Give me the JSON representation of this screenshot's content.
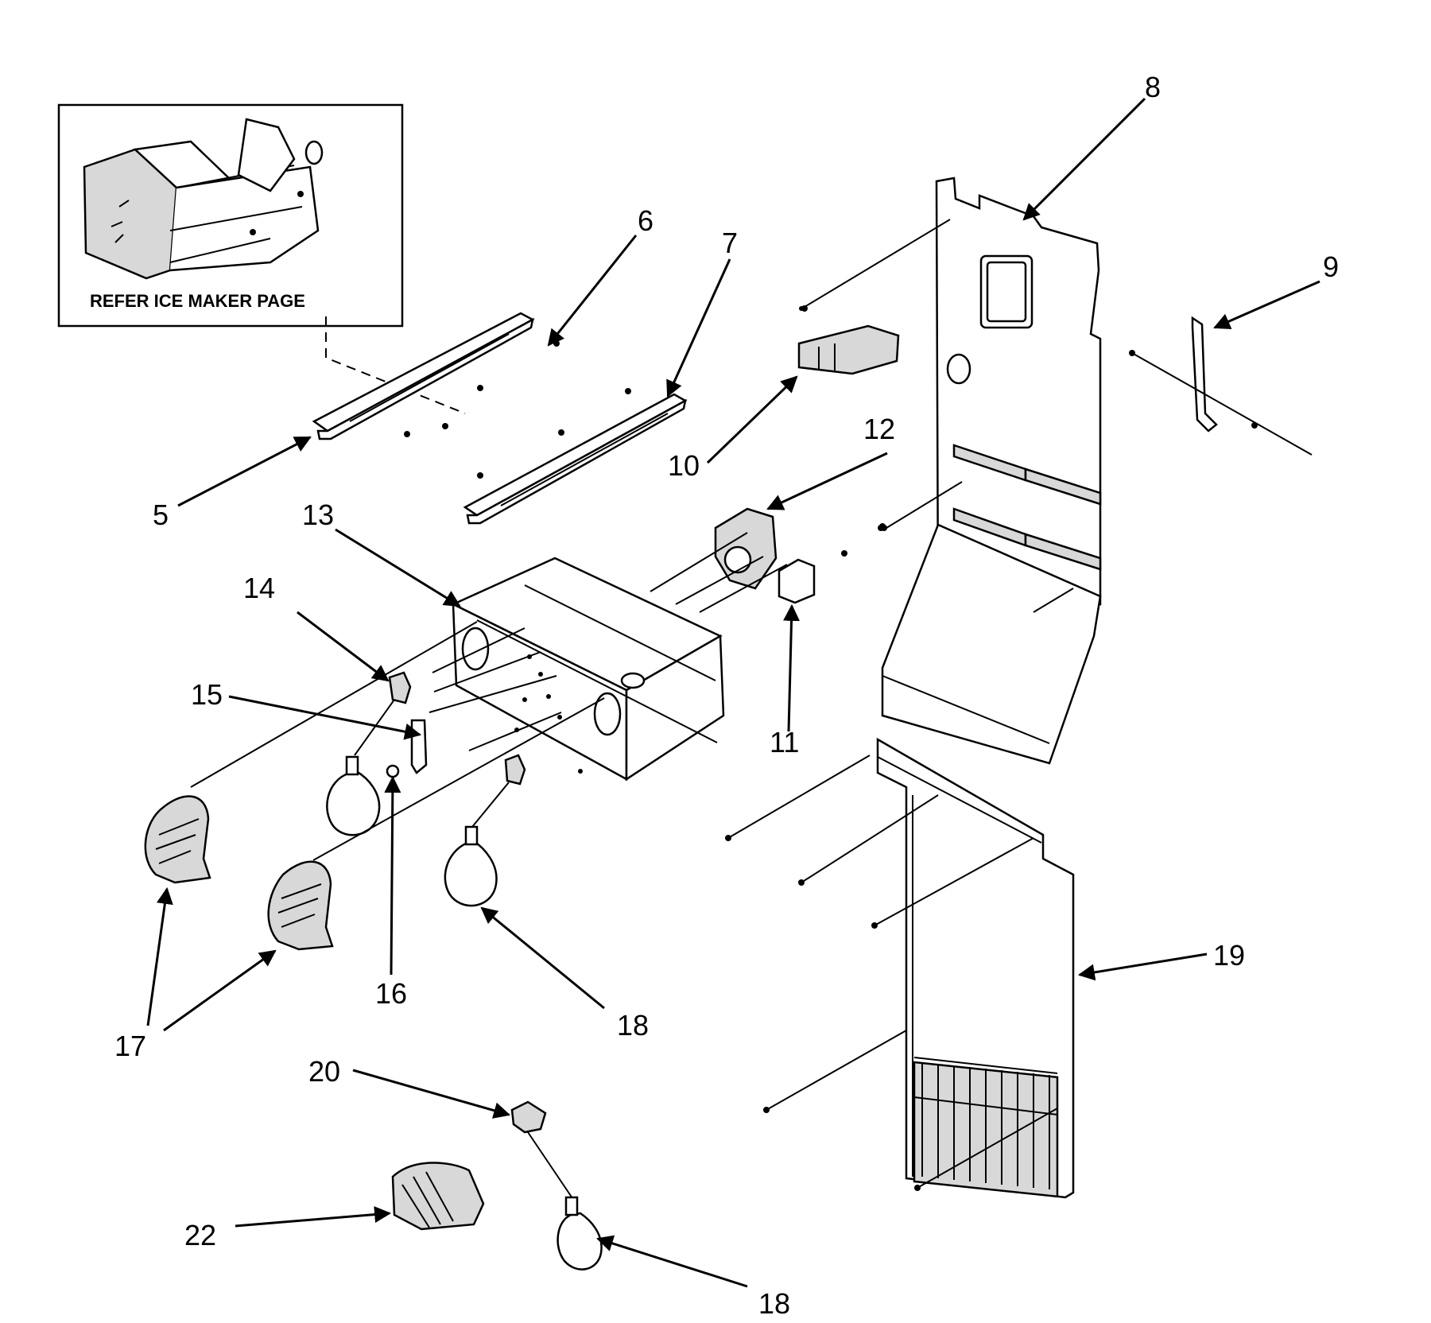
{
  "inset": {
    "caption": "REFER ICE MAKER PAGE"
  },
  "callouts": {
    "c5": "5",
    "c6": "6",
    "c7": "7",
    "c8": "8",
    "c9": "9",
    "c10": "10",
    "c11": "11",
    "c12": "12",
    "c13": "13",
    "c14": "14",
    "c15": "15",
    "c16": "16",
    "c17": "17",
    "c18a": "18",
    "c18b": "18",
    "c19": "19",
    "c20": "20",
    "c22": "22"
  }
}
